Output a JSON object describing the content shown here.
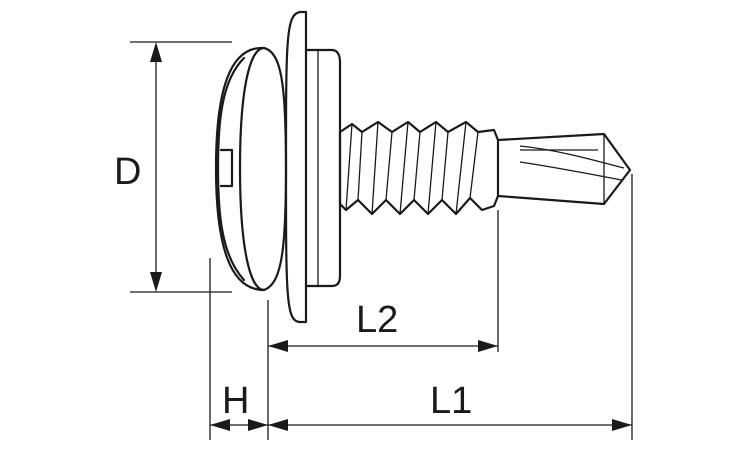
{
  "diagram": {
    "labels": {
      "diameter": "D",
      "head_height": "H",
      "thread_length": "L2",
      "total_length": "L1"
    },
    "colors": {
      "line": "#1a1a1a",
      "background": "#ffffff"
    }
  }
}
